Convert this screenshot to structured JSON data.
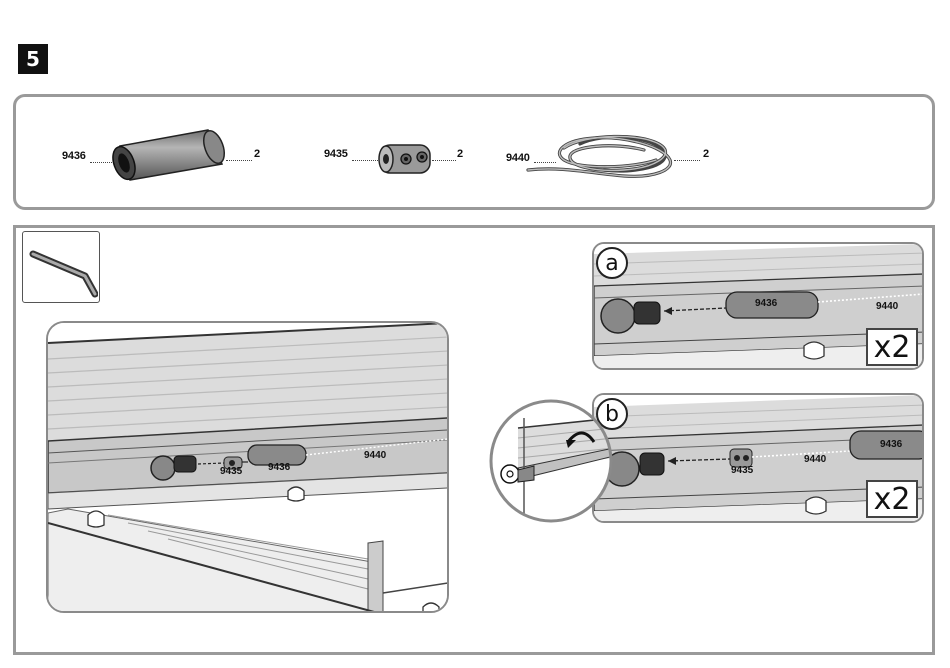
{
  "step": {
    "number": "5"
  },
  "parts": [
    {
      "id": "9436",
      "qty": "2"
    },
    {
      "id": "9435",
      "qty": "2"
    },
    {
      "id": "9440",
      "qty": "2"
    }
  ],
  "tool": {
    "icon": "allen-key-icon"
  },
  "main_scene": {
    "labels": {
      "clamp": "9435",
      "sleeve": "9436",
      "cord": "9440"
    }
  },
  "detail_a": {
    "letter": "a",
    "labels": {
      "sleeve": "9436",
      "cord": "9440"
    },
    "multiplier": "x2"
  },
  "detail_b": {
    "letter": "b",
    "labels": {
      "clamp": "9435",
      "cord": "9440",
      "sleeve": "9436"
    },
    "multiplier": "x2"
  },
  "colors": {
    "border": "#9a9a9a",
    "part_gray": "#8a8a8a",
    "badge": "#111111"
  }
}
